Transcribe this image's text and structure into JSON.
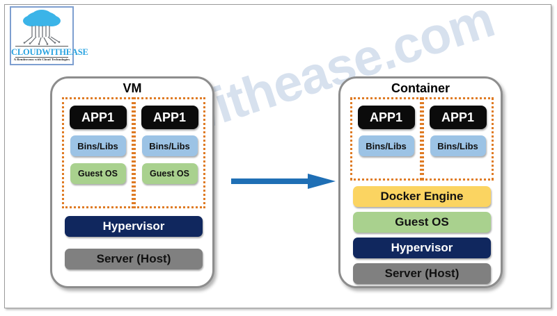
{
  "logo": {
    "name": "CLOUDWITHEASE",
    "tagline": "A Rendezvous with Cloud Technologies",
    "icon": "cloud-tree-logo",
    "cloud_color": "#3BB4E8"
  },
  "watermark": {
    "text": "cloudwithease.com",
    "color": "#C9D6E8"
  },
  "colors": {
    "app_block": "#0B0B0B",
    "bins_libs": "#9CC3E5",
    "guest_os": "#A9D18E",
    "docker_engine": "#FBD461",
    "hypervisor": "#10275E",
    "server_host": "#808080",
    "dotted_border": "#DF7B24",
    "panel_border": "#8D8D8D",
    "arrow": "#1F6FB5"
  },
  "arrow": {
    "direction": "right",
    "name": "vm-to-container-arrow"
  },
  "panels": [
    {
      "id": "vm",
      "title": "VM",
      "columns": [
        {
          "app": "APP1",
          "bins": "Bins/Libs",
          "guest": "Guest OS"
        },
        {
          "app": "APP1",
          "bins": "Bins/Libs",
          "guest": "Guest OS"
        }
      ],
      "stack": [
        {
          "label": "Hypervisor",
          "style": "navy"
        },
        {
          "label": "Server (Host)",
          "style": "gray"
        }
      ]
    },
    {
      "id": "container",
      "title": "Container",
      "columns": [
        {
          "app": "APP1",
          "bins": "Bins/Libs"
        },
        {
          "app": "APP1",
          "bins": "Bins/Libs"
        }
      ],
      "stack": [
        {
          "label": "Docker Engine",
          "style": "yellow"
        },
        {
          "label": "Guest OS",
          "style": "green"
        },
        {
          "label": "Hypervisor",
          "style": "navy"
        },
        {
          "label": "Server (Host)",
          "style": "gray"
        }
      ]
    }
  ]
}
